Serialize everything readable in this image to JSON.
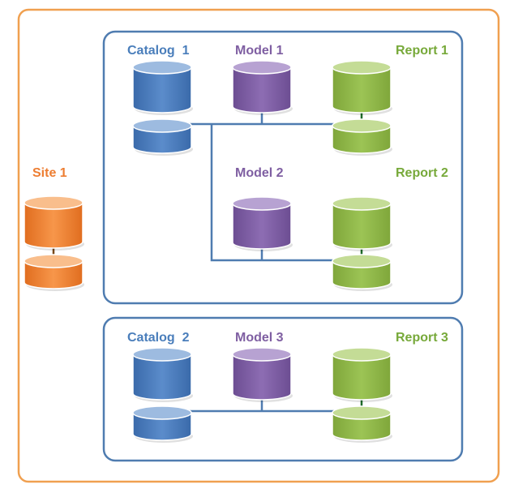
{
  "site": {
    "label": "Site 1"
  },
  "group1": {
    "catalog": "Catalog  1",
    "model_a": "Model 1",
    "report_a": "Report 1",
    "model_b": "Model 2",
    "report_b": "Report 2"
  },
  "group2": {
    "catalog": "Catalog  2",
    "model": "Model 3",
    "report": "Report 3"
  },
  "colors": {
    "site_border": "#F0A050",
    "group_border": "#4F7CB0",
    "connector": "#4F7CB0",
    "report_link": "#1E6B2A",
    "site_link": "#7A4A1A",
    "orange": "#ED7D31",
    "blue": "#4A7EBB",
    "purple": "#7F5FA2",
    "green": "#8DB44A"
  }
}
